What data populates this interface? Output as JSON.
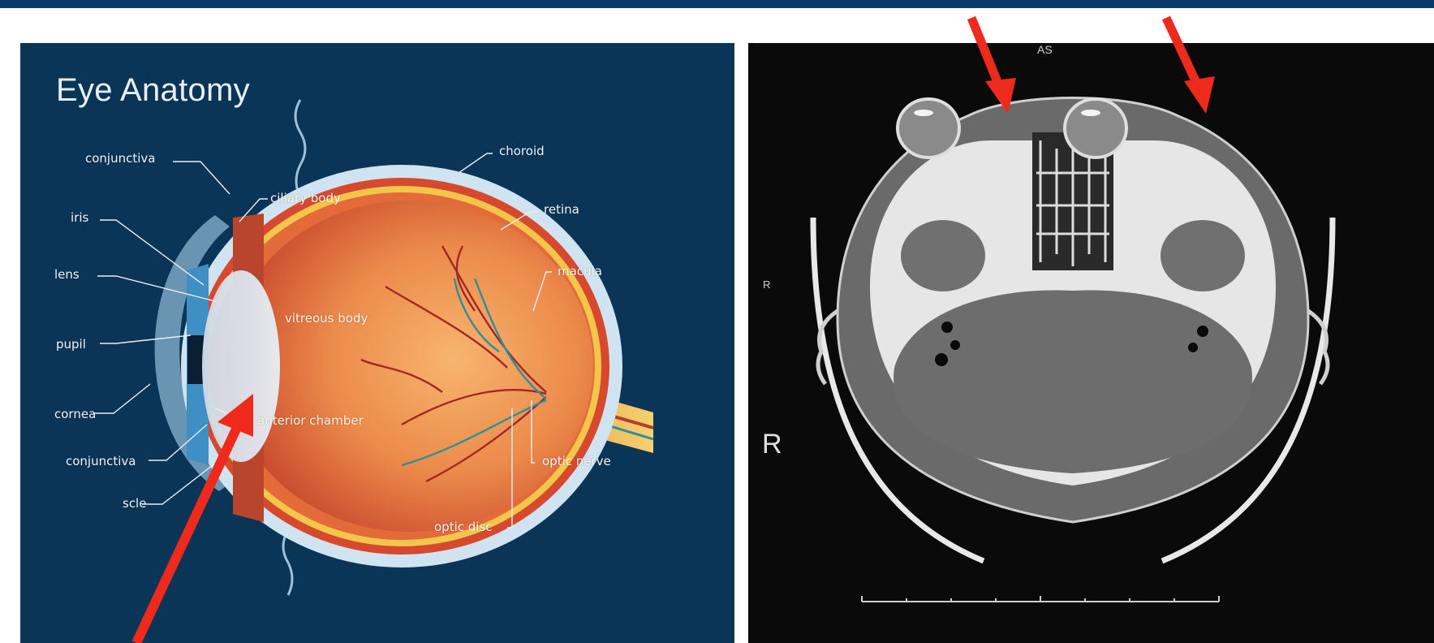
{
  "colors": {
    "top_bar": "#0b3a6b",
    "anatomy_background": "#0b3557",
    "ct_background": "#0a0a0a",
    "arrow": "#ee2a1c"
  },
  "anatomy": {
    "title": "Eye Anatomy",
    "labels": {
      "conjunctiva_top": "conjunctiva",
      "iris": "iris",
      "lens": "lens",
      "pupil": "pupil",
      "cornea": "cornea",
      "conjunctiva_bottom": "conjunctiva",
      "sclera": "scle",
      "ciliary_body": "ciliary body",
      "vitreous_body": "vitreous body",
      "anterior_chamber": "anterior chamber",
      "choroid": "choroid",
      "retina": "retina",
      "macula": "macula",
      "optic_nerve": "optic nerve",
      "optic_disc": "optic disc"
    }
  },
  "ct_scan": {
    "top_label": "AS",
    "side_label_small": "R",
    "side_label_large": "R"
  },
  "arrows": [
    {
      "name": "arrow-lens",
      "points_to": "lens"
    },
    {
      "name": "arrow-left-eye",
      "points_to": "left globe on CT"
    },
    {
      "name": "arrow-right-eye",
      "points_to": "right globe on CT"
    }
  ]
}
